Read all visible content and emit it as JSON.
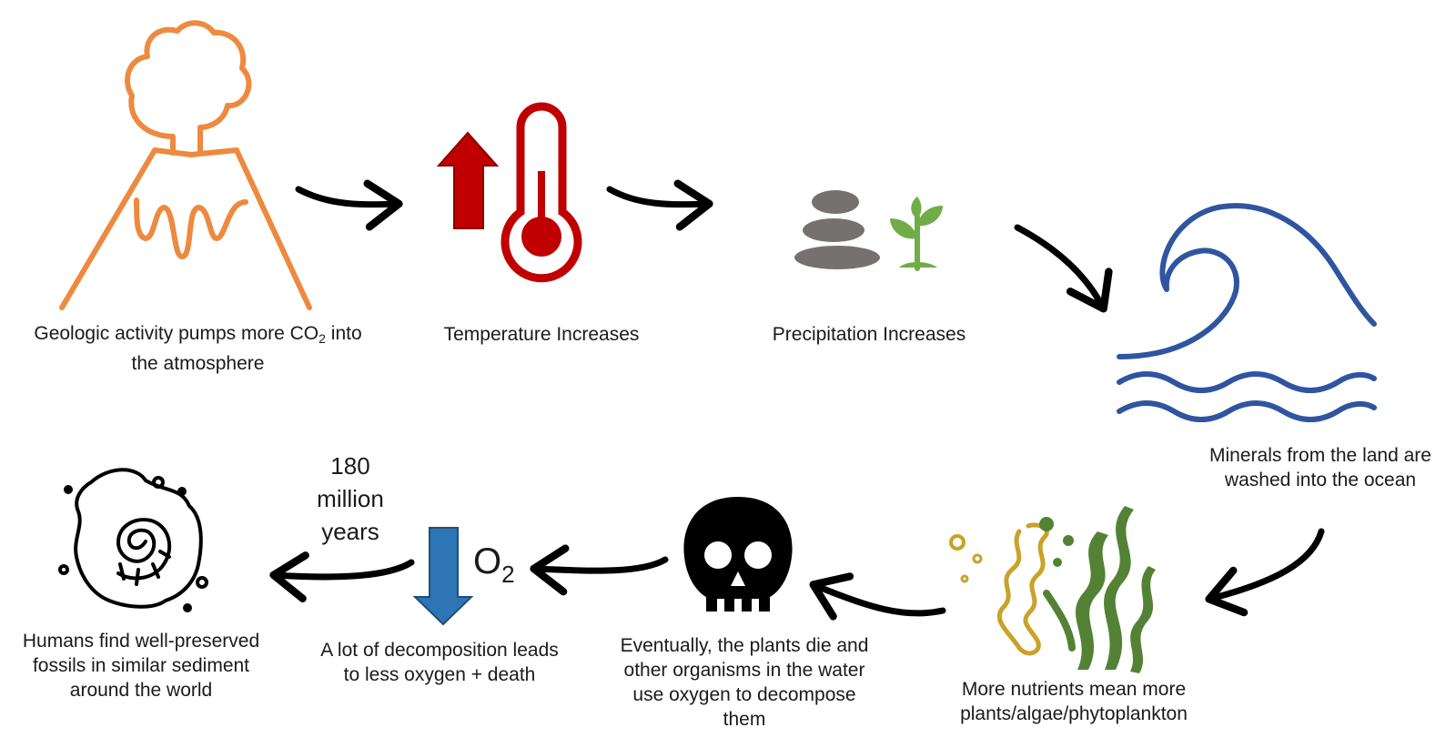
{
  "colors": {
    "volcano": "#ED8A3F",
    "thermometer": "#C00000",
    "stone": "#767171",
    "sprout": "#70AD47",
    "wave": "#2F55A0",
    "seaweed_green": "#548235",
    "seaweed_gold": "#C9A227",
    "down_arrow": "#2E75B6",
    "ink": "#000000"
  },
  "steps": [
    {
      "name": "volcano",
      "icon": "volcano-icon",
      "text_before": "Geologic activity pumps more CO",
      "subscript": "2",
      "text_after": " into",
      "line2": "the atmosphere"
    },
    {
      "name": "temperature",
      "icon": "thermometer-up-icon",
      "line1": "Temperature Increases"
    },
    {
      "name": "precipitation",
      "icon": "stones-sprout-icon",
      "line1": "Precipitation Increases"
    },
    {
      "name": "minerals",
      "icon": "ocean-wave-icon",
      "line1": "Minerals from the land are",
      "line2": "washed into the ocean"
    },
    {
      "name": "nutrients",
      "icon": "seaweed-icon",
      "line1": "More nutrients mean more",
      "line2": "plants/algae/phytoplankton"
    },
    {
      "name": "decompose",
      "icon": "skull-icon",
      "line1": "Eventually, the plants die and",
      "line2": "other organisms in the water",
      "line3": "use oxygen to decompose",
      "line4": "them"
    },
    {
      "name": "oxygen",
      "icon": "oxygen-decrease-icon",
      "o2_base": "O",
      "o2_sub": "2",
      "line1": "A lot of decomposition leads",
      "line2": "to less oxygen + death"
    },
    {
      "name": "fossils",
      "icon": "ammonite-fossil-icon",
      "line1": "Humans find well-preserved",
      "line2": "fossils in similar sediment",
      "line3": "around the world"
    }
  ],
  "time_label": {
    "line1": "180",
    "line2": "million",
    "line3": "years"
  }
}
